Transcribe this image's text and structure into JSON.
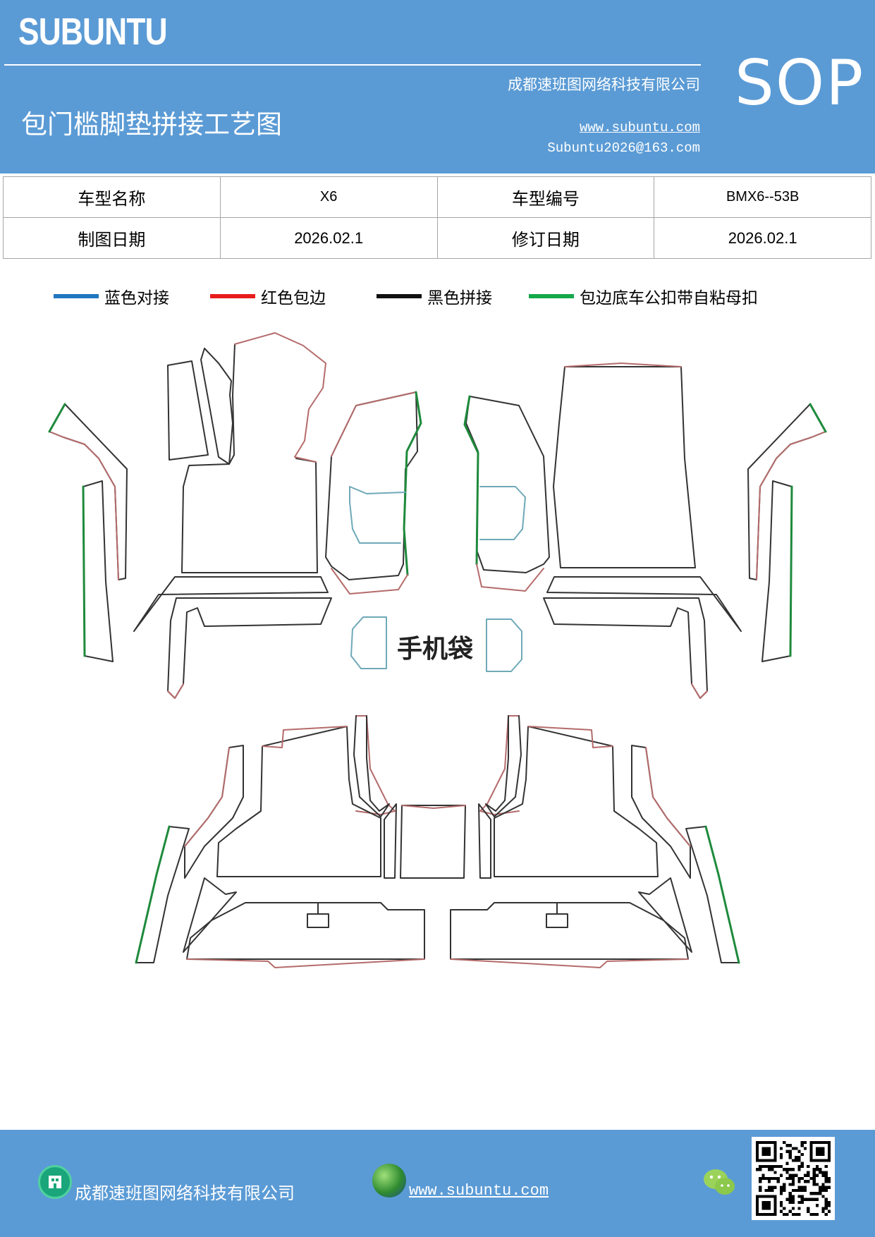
{
  "header": {
    "brand": "SUBUNTU",
    "company": "成都速班图网络科技有限公司",
    "title": "包门槛脚垫拼接工艺图",
    "website": "www.subuntu.com",
    "email": "Subuntu2026@163.com",
    "sop": "SOP"
  },
  "info_table": {
    "rows": [
      [
        {
          "text": "车型名称"
        },
        {
          "text": "X6"
        },
        {
          "text": "车型编号"
        },
        {
          "text": "BMX6--53B"
        }
      ],
      [
        {
          "text": "制图日期"
        },
        {
          "text": "2026.02.1"
        },
        {
          "text": "修订日期"
        },
        {
          "text": "2026.02.1"
        }
      ]
    ]
  },
  "legend": [
    {
      "label": "蓝色对接",
      "color": "#1f77bf"
    },
    {
      "label": "红色包边",
      "color": "#e81c1c"
    },
    {
      "label": "黑色拼接",
      "color": "#111111"
    },
    {
      "label": "包边底车公扣带自粘母扣",
      "color": "#14a84a"
    }
  ],
  "diagram": {
    "center_label": "手机袋",
    "colors": {
      "red": "#b56b6b",
      "black": "#333333",
      "green": "#1e8a3c",
      "blue": "#6fa9b8"
    }
  },
  "footer": {
    "company": "成都速班图网络科技有限公司",
    "website": "www.subuntu.com "
  }
}
